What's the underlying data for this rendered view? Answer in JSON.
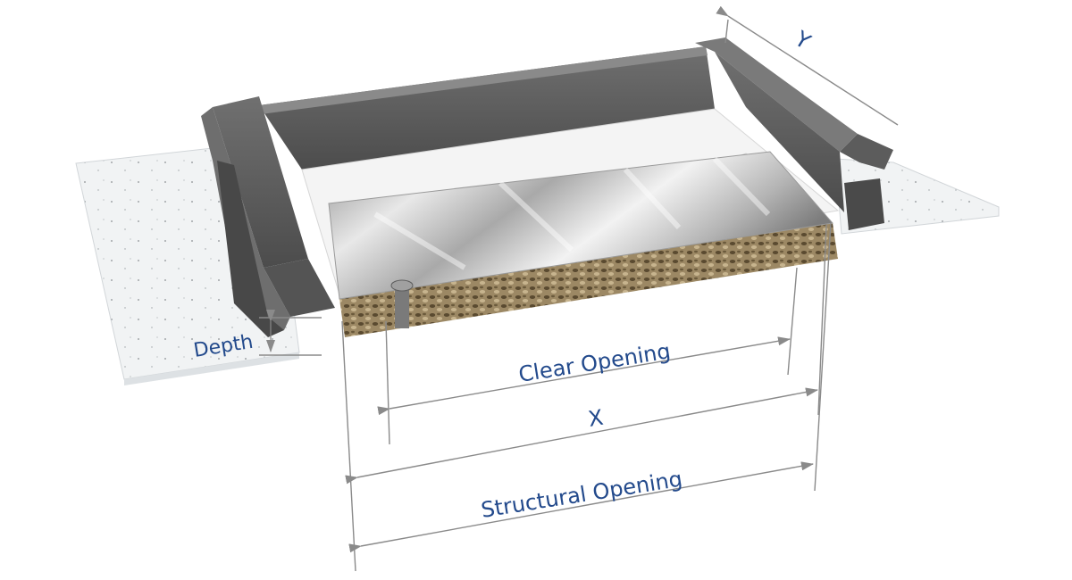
{
  "labels": {
    "y": "Y",
    "depth": "Depth",
    "clear_opening": "Clear Opening",
    "x": "X",
    "structural_opening": "Structural Opening"
  },
  "colors": {
    "label_text": "#234a8c",
    "dimension_line": "#8a8a8a",
    "steel_channel": "#5f5f5f",
    "steel_channel_dark": "#454545",
    "concrete_slab": "#f1f3f4",
    "foil_surface": "#c9c9c9",
    "insulation": "#8d7b5a",
    "tray_liner": "#f4f4f4"
  },
  "icons": {
    "dimension_arrow": "arrow-head-icon",
    "fixing_bolt": "bolt-icon"
  }
}
